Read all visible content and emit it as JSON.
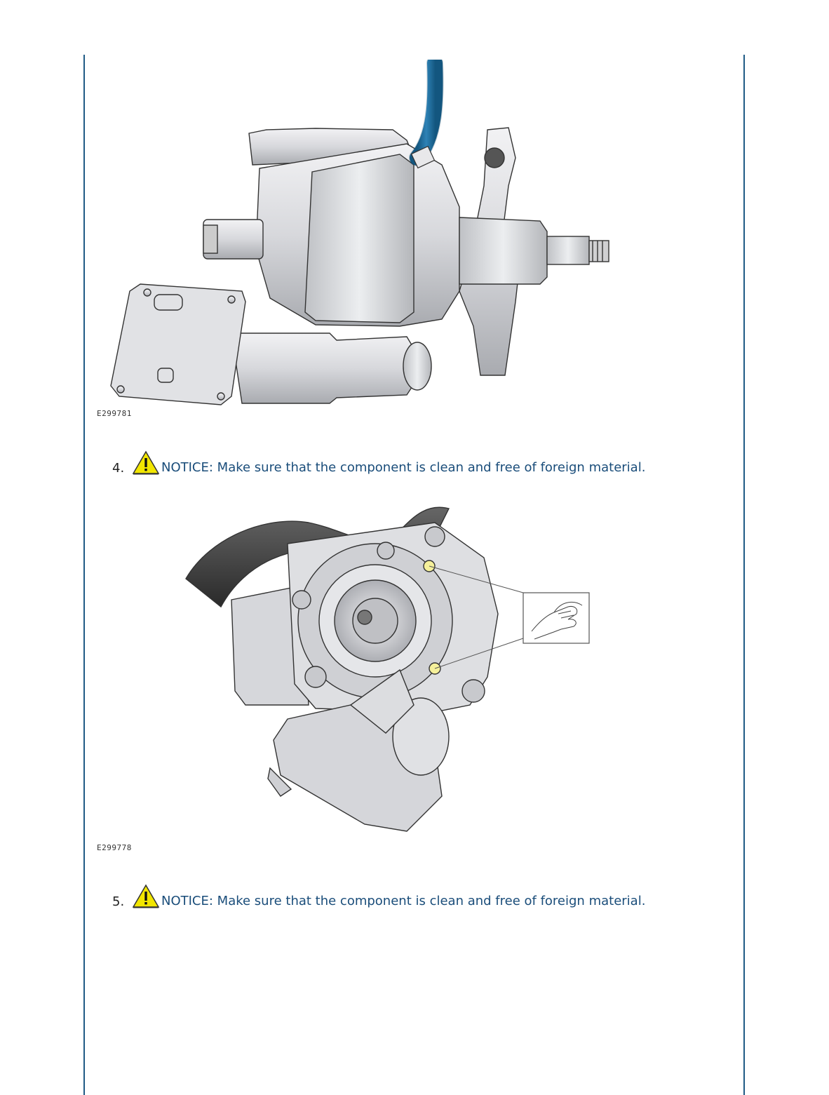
{
  "figures": [
    {
      "label": "E299781"
    },
    {
      "label": "E299778"
    }
  ],
  "steps": [
    {
      "number": "4.",
      "icon": "warning-triangle-icon",
      "text": "NOTICE: Make sure that the component is clean and free of foreign material."
    },
    {
      "number": "5.",
      "icon": "warning-triangle-icon",
      "text": "NOTICE: Make sure that the component is clean and free of foreign material."
    }
  ],
  "colors": {
    "rule": "#1f5a85",
    "notice_text": "#1a4d7a",
    "warning_fill": "#f2e600",
    "hose": "#1f7fb8",
    "highlight": "#f5f09a"
  }
}
